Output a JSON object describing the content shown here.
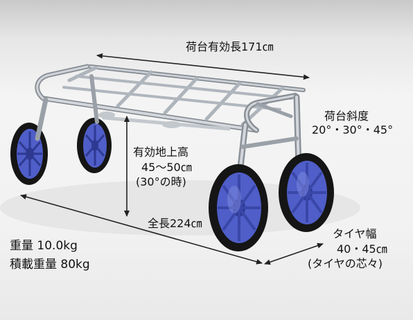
{
  "labels": {
    "length": "荷台有効長171㎝",
    "angle_title": "荷台斜度",
    "angle_values": "20°・30°・45°",
    "clearance_title": "有効地上高",
    "clearance_range": "45〜50㎝",
    "clearance_note": "(30°の時)",
    "total_length": "全長224㎝",
    "tire_title": "タイヤ幅",
    "tire_range": "40・45㎝",
    "tire_note": "(タイヤの芯々)",
    "weight": "重量 10.0kg",
    "load": "積載重量 80kg"
  },
  "colors": {
    "frame": "#b9bec4",
    "frame_dark": "#7d838a",
    "tire": "#151515",
    "wheel": "#4f5ec8",
    "wheel_light": "#7f8ce0",
    "arrow": "#222222"
  }
}
